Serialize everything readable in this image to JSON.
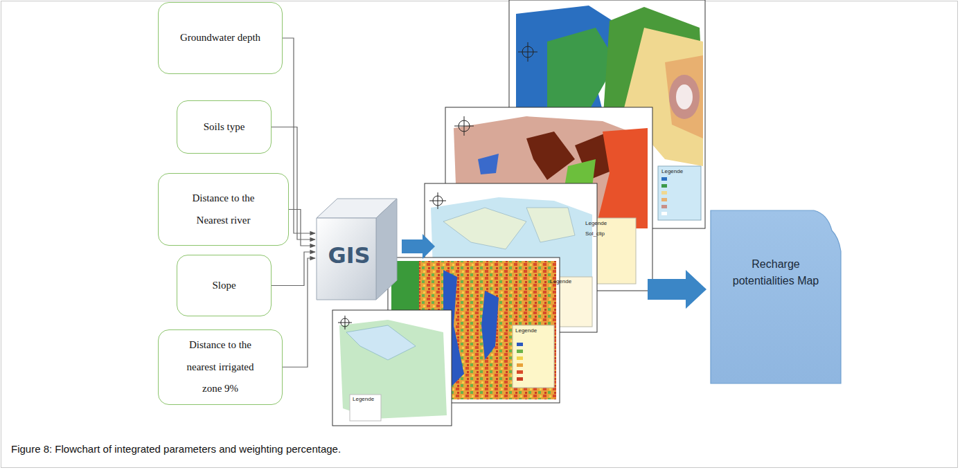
{
  "diagram": {
    "caption": "Figure 8: Flowchart of integrated parameters and weighting percentage.",
    "nodes": [
      {
        "text": [
          "Groundwater depth"
        ]
      },
      {
        "text": [
          "Soils type"
        ]
      },
      {
        "text": [
          "Distance to the Nearest river"
        ]
      },
      {
        "text": [
          "Slope"
        ]
      },
      {
        "text": [
          "Distance to the nearest irrigated zone 9%"
        ]
      },
      {
        "text": [
          "GIS"
        ]
      },
      {
        "text": [
          "Recharge potentialities Map"
        ]
      }
    ],
    "edges": [
      {
        "from": 0,
        "to": 5,
        "arrow": "to"
      },
      {
        "from": 1,
        "to": 5,
        "arrow": "to"
      },
      {
        "from": 2,
        "to": 5,
        "arrow": "to"
      },
      {
        "from": 3,
        "to": 5,
        "arrow": "to"
      },
      {
        "from": 4,
        "to": 5,
        "arrow": "to"
      }
    ],
    "labels": [
      "Legende",
      "Legende",
      "Sol_clip",
      "Legende",
      "Legende",
      "Legende"
    ]
  }
}
